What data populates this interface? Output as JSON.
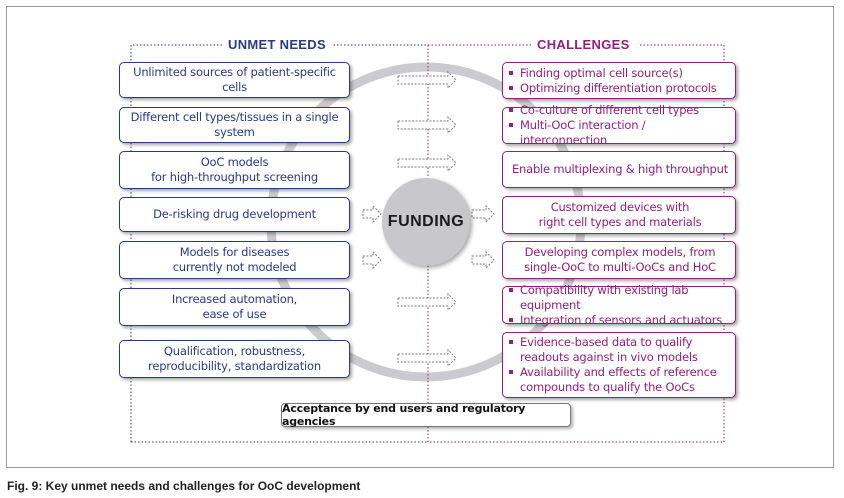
{
  "headers": {
    "left": "UNMET NEEDS",
    "right": "CHALLENGES"
  },
  "needs": [
    [
      "Unlimited sources of patient-specific cells"
    ],
    [
      "Different cell types/tissues in a single system"
    ],
    [
      "OoC models",
      "for high-throughput screening"
    ],
    [
      "De-risking drug development"
    ],
    [
      "Models for diseases",
      "currently not modeled"
    ],
    [
      "Increased automation,",
      "ease of use"
    ],
    [
      "Qualification, robustness,",
      "reproducibility, standardization"
    ]
  ],
  "challenges": [
    {
      "bullets": [
        "Finding optimal cell source(s)",
        "Optimizing differentiation protocols"
      ]
    },
    {
      "bullets": [
        "Co-culture of different cell types",
        "Multi-OoC interaction / interconnection"
      ]
    },
    {
      "lines": [
        "Enable multiplexing & high throughput"
      ]
    },
    {
      "lines": [
        "Customized devices with",
        "right cell types and materials"
      ]
    },
    {
      "lines": [
        "Developing complex models, from",
        "single-OoC to multi-OoCs and HoC"
      ]
    },
    {
      "bullets": [
        "Compatibility with existing lab equipment",
        "Integration of sensors and actuators"
      ]
    },
    {
      "bullets": [
        "Evidence-based data to qualify readouts against in vivo models",
        "Availability and effects of reference compounds to qualify the OoCs"
      ]
    }
  ],
  "funding": "FUNDING",
  "acceptance": "Acceptance by end users and regulatory agencies",
  "caption": "Fig. 9: Key unmet needs and challenges for OoC development",
  "colors": {
    "needs": "#2b3a86",
    "challenges": "#93207e",
    "ring": "#cbcbcf",
    "funding_circle": "#c8c8cc"
  }
}
